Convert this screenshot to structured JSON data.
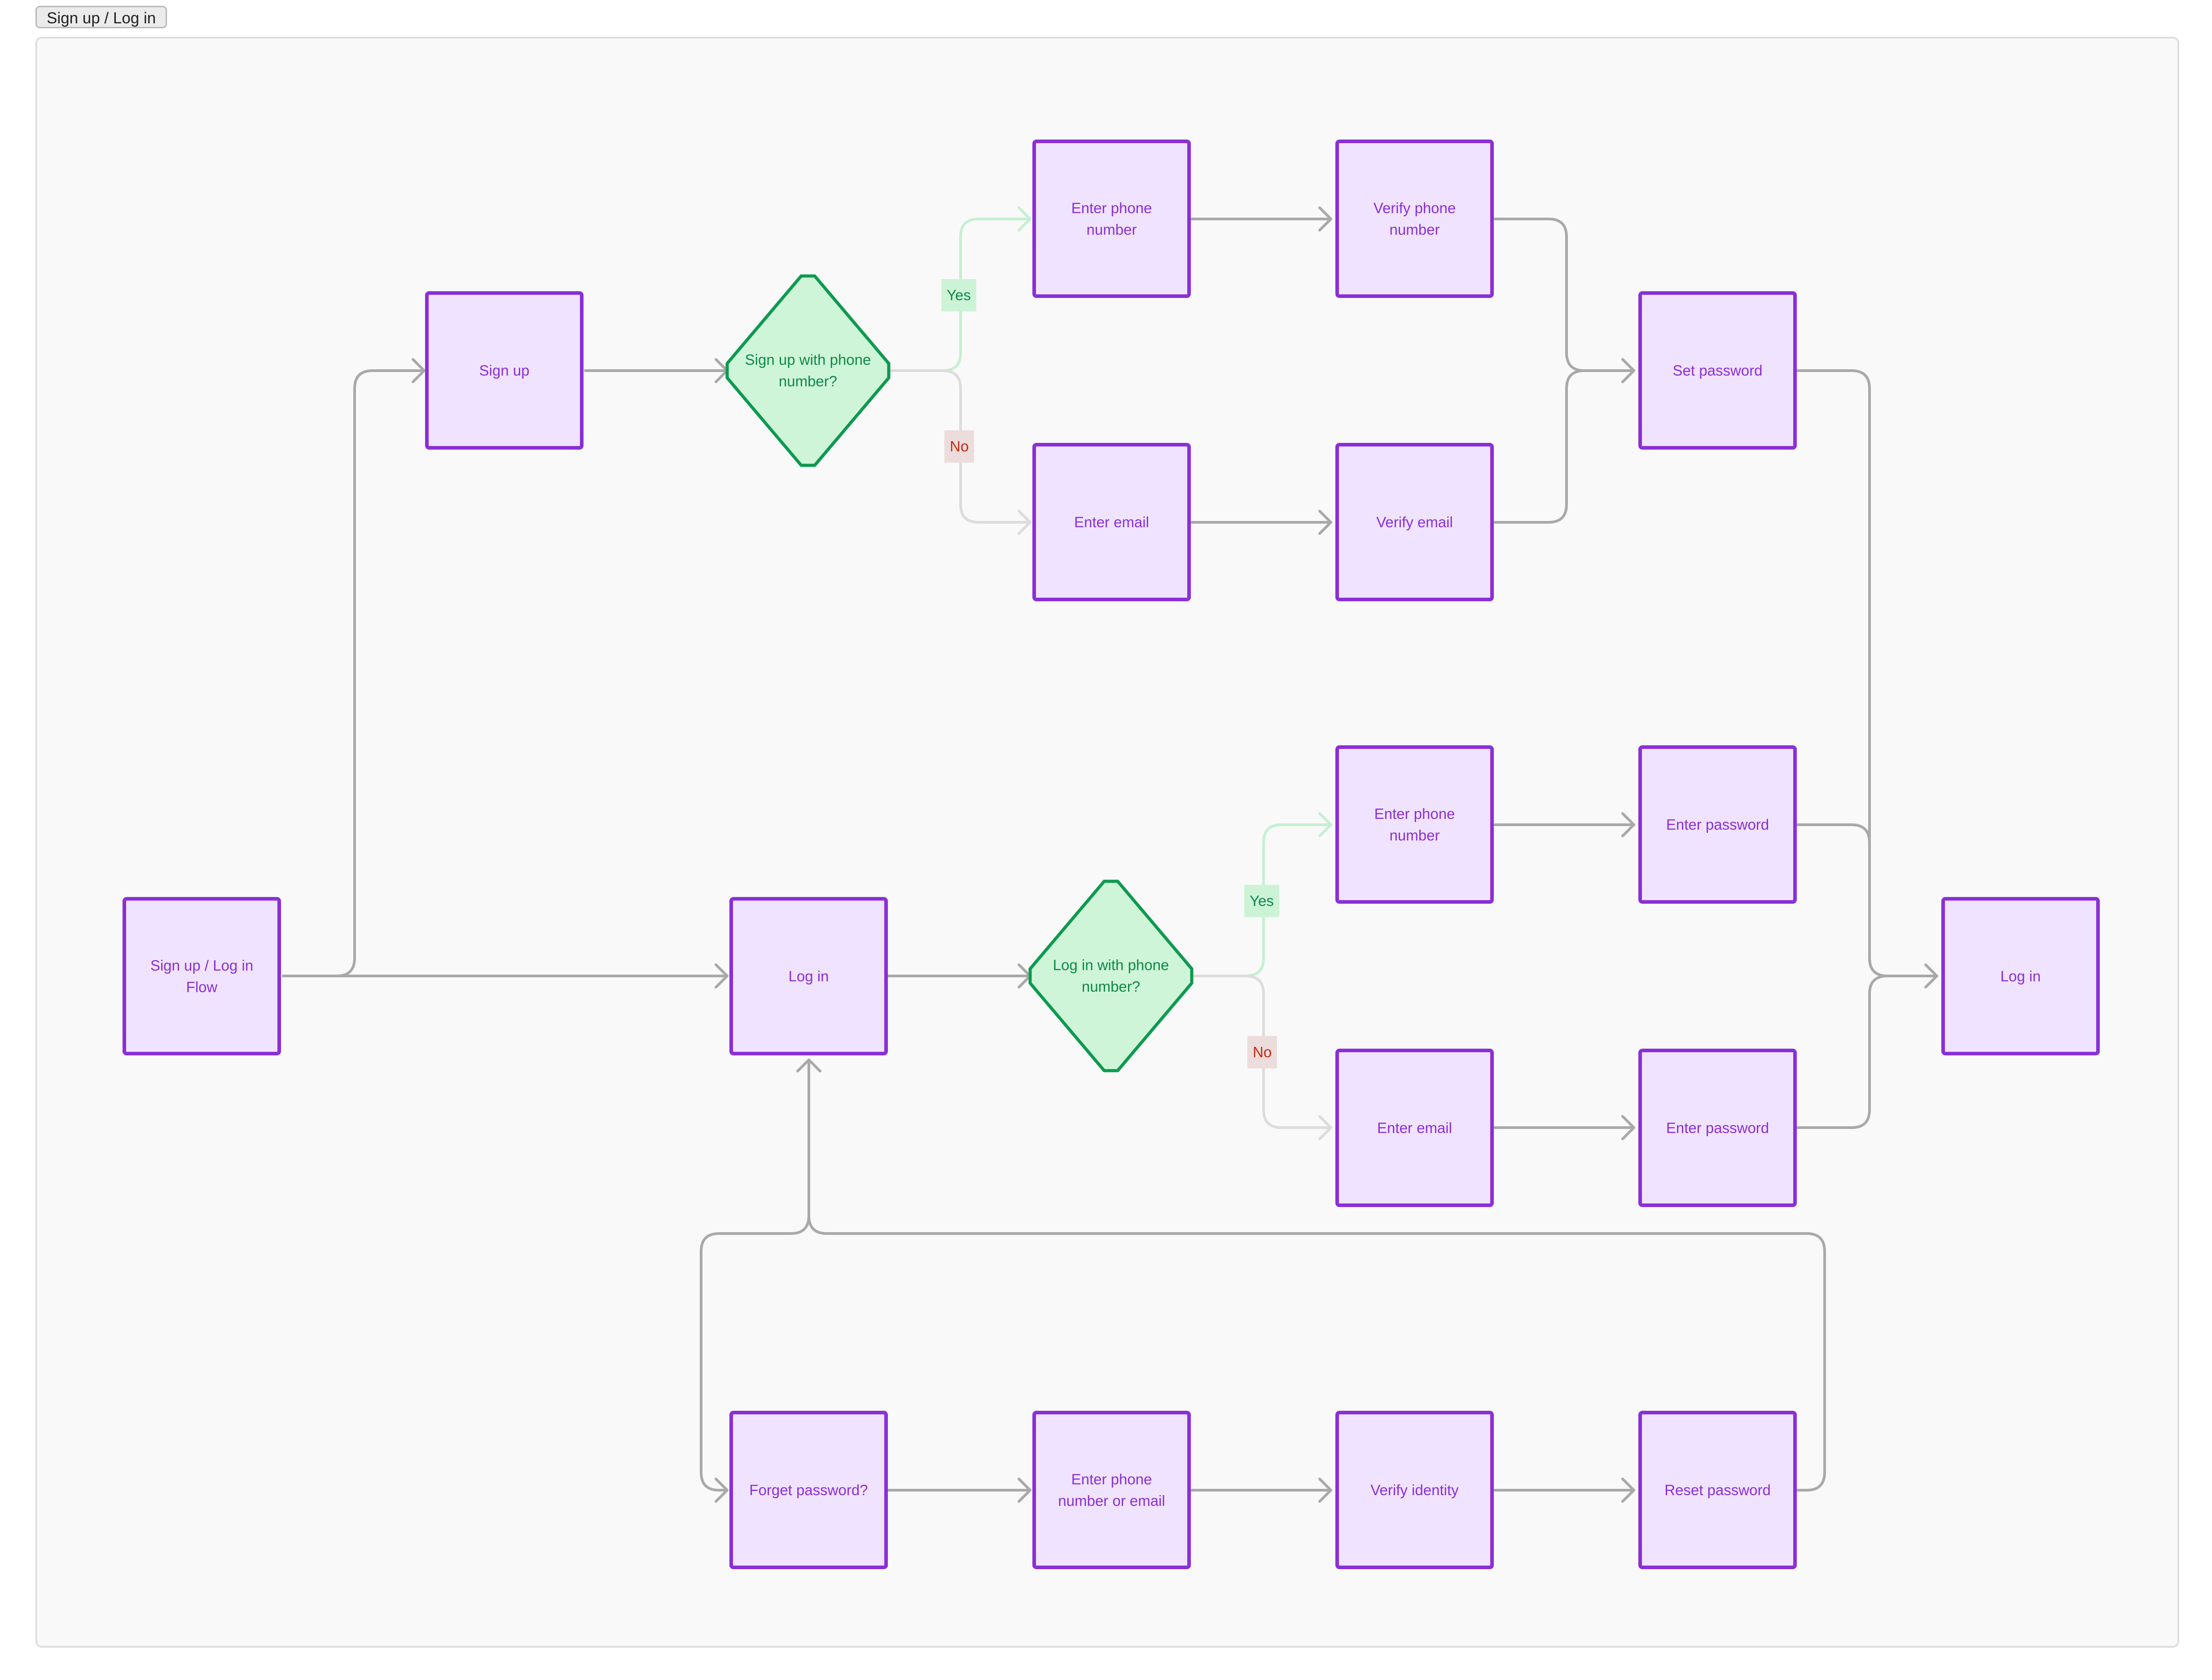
{
  "frame": {
    "title": "Sign up / Log in"
  },
  "colors": {
    "process_fill": "#f0e3ff",
    "process_stroke": "#8a2fd6",
    "decision_fill": "#cff5d9",
    "decision_stroke": "#0d9a4f",
    "connector": "#a9a9a9",
    "yes_connector": "#c6efd1",
    "no_connector": "#dcdcdc"
  },
  "nodes": {
    "start": "Sign up / Log in Flow",
    "signup": "Sign up",
    "signup_decision": "Sign up with phone number?",
    "su_enter_phone": "Enter phone number",
    "su_verify_phone": "Verify phone number",
    "su_enter_email": "Enter email",
    "su_verify_email": "Verify email",
    "set_password": "Set password",
    "login": "Log in",
    "login_decision": "Log in with phone number?",
    "li_enter_phone": "Enter phone number",
    "li_enter_email": "Enter email",
    "li_phone_password": "Enter password",
    "li_email_password": "Enter password",
    "login_final": "Log in",
    "forget_password": "Forget password?",
    "fp_enter_contact": "Enter phone number or email",
    "verify_identity": "Verify identity",
    "reset_password": "Reset password"
  },
  "labels": {
    "yes": "Yes",
    "no": "No"
  }
}
